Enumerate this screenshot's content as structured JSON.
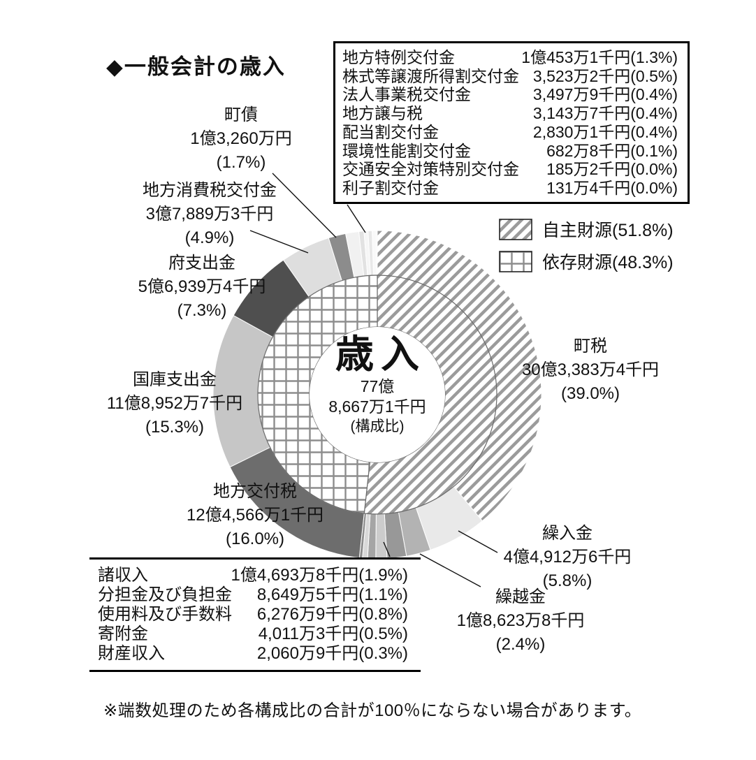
{
  "title": "◆一般会計の歳入",
  "center": {
    "title": "歳入",
    "line1": "77億",
    "line2": "8,667万1千円",
    "line3": "(構成比)"
  },
  "top_box": {
    "rows": [
      {
        "name": "地方特例交付金",
        "value": "1億453万1千円(1.3%)"
      },
      {
        "name": "株式等譲渡所得割交付金",
        "value": "3,523万2千円(0.5%)"
      },
      {
        "name": "法人事業税交付金",
        "value": "3,497万9千円(0.4%)"
      },
      {
        "name": "地方譲与税",
        "value": "3,143万7千円(0.4%)"
      },
      {
        "name": "配当割交付金",
        "value": "2,830万1千円(0.4%)"
      },
      {
        "name": "環境性能割交付金",
        "value": "682万8千円(0.1%)"
      },
      {
        "name": "交通安全対策特別交付金",
        "value": "185万2千円(0.0%)"
      },
      {
        "name": "利子割交付金",
        "value": "131万4千円(0.0%)"
      }
    ]
  },
  "bottom_box": {
    "rows": [
      {
        "name": "諸収入",
        "value": "1億4,693万8千円(1.9%)"
      },
      {
        "name": "分担金及び負担金",
        "value": "8,649万5千円(1.1%)"
      },
      {
        "name": "使用料及び手数料",
        "value": "6,276万9千円(0.8%)"
      },
      {
        "name": "寄附金",
        "value": "4,011万3千円(0.5%)"
      },
      {
        "name": "財産収入",
        "value": "2,060万9千円(0.3%)"
      }
    ]
  },
  "legend": {
    "items": [
      {
        "label": "自主財源(51.8%)",
        "pattern": "hatch"
      },
      {
        "label": "依存財源(48.3%)",
        "pattern": "grid"
      }
    ]
  },
  "callouts": [
    {
      "name": "町債",
      "value": "1億3,260万円",
      "pct": "(1.7%)"
    },
    {
      "name": "地方消費税交付金",
      "value": "3億7,889万3千円",
      "pct": "(4.9%)"
    },
    {
      "name": "府支出金",
      "value": "5億6,939万4千円",
      "pct": "(7.3%)"
    },
    {
      "name": "国庫支出金",
      "value": "11億8,952万7千円",
      "pct": "(15.3%)"
    },
    {
      "name": "地方交付税",
      "value": "12億4,566万1千円",
      "pct": "(16.0%)"
    },
    {
      "name": "町税",
      "value": "30億3,383万4千円",
      "pct": "(39.0%)"
    },
    {
      "name": "繰入金",
      "value": "4億4,912万6千円",
      "pct": "(5.8%)"
    },
    {
      "name": "繰越金",
      "value": "1億8,623万8千円",
      "pct": "(2.4%)"
    }
  ],
  "footnote": "※端数処理のため各構成比の合計が100％にならない場合があります。",
  "chart_data": {
    "type": "pie",
    "title": "一般会計の歳入",
    "center_total": "77億8,667万1千円",
    "start_angle_deg": 0,
    "direction": "clockwise",
    "segments": [
      {
        "name": "町税",
        "value": "30億3,383万4千円",
        "pct": 39.0,
        "fill": "hatch",
        "group": "自主財源"
      },
      {
        "name": "繰入金",
        "value": "4億4,912万6千円",
        "pct": 5.8,
        "fill": "#e9e9e9",
        "group": "自主財源"
      },
      {
        "name": "繰越金",
        "value": "1億8,623万8千円",
        "pct": 2.4,
        "fill": "#b3b3b3",
        "group": "自主財源"
      },
      {
        "name": "諸収入",
        "value": "1億4,693万8千円",
        "pct": 1.9,
        "fill": "#989898",
        "group": "自主財源"
      },
      {
        "name": "分担金及び負担金",
        "value": "8,649万5千円",
        "pct": 1.1,
        "fill": "#cccccc",
        "group": "自主財源"
      },
      {
        "name": "使用料及び手数料",
        "value": "6,276万9千円",
        "pct": 0.8,
        "fill": "#a5a5a5",
        "group": "自主財源"
      },
      {
        "name": "寄附金",
        "value": "4,011万3千円",
        "pct": 0.5,
        "fill": "#d8d8d8",
        "group": "自主財源"
      },
      {
        "name": "財産収入",
        "value": "2,060万9千円",
        "pct": 0.3,
        "fill": "#8e8e8e",
        "group": "自主財源"
      },
      {
        "name": "地方交付税",
        "value": "12億4,566万1千円",
        "pct": 16.0,
        "fill": "#6d6d6d",
        "group": "依存財源"
      },
      {
        "name": "国庫支出金",
        "value": "11億8,952万7千円",
        "pct": 15.3,
        "fill": "#c6c6c6",
        "group": "依存財源"
      },
      {
        "name": "府支出金",
        "value": "5億6,939万4千円",
        "pct": 7.3,
        "fill": "#4f4f4f",
        "group": "依存財源"
      },
      {
        "name": "地方消費税交付金",
        "value": "3億7,889万3千円",
        "pct": 4.9,
        "fill": "#dedede",
        "group": "依存財源"
      },
      {
        "name": "町債",
        "value": "1億3,260万円",
        "pct": 1.7,
        "fill": "#8c8c8c",
        "group": "依存財源"
      },
      {
        "name": "地方特例交付金",
        "value": "1億453万1千円",
        "pct": 1.3,
        "fill": "#f1f1f1",
        "group": "依存財源"
      },
      {
        "name": "株式等譲渡所得割交付金",
        "value": "3,523万2千円",
        "pct": 0.5,
        "fill": "#e2e2e2",
        "group": "依存財源"
      },
      {
        "name": "法人事業税交付金",
        "value": "3,497万9千円",
        "pct": 0.4,
        "fill": "#f6f6f6",
        "group": "依存財源"
      },
      {
        "name": "地方譲与税",
        "value": "3,143万7千円",
        "pct": 0.4,
        "fill": "#e8e8e8",
        "group": "依存財源"
      },
      {
        "name": "配当割交付金",
        "value": "2,830万1千円",
        "pct": 0.4,
        "fill": "#f9f9f9",
        "group": "依存財源"
      },
      {
        "name": "環境性能割交付金",
        "value": "682万8千円",
        "pct": 0.1,
        "fill": "#ececec",
        "group": "依存財源"
      },
      {
        "name": "交通安全対策特別交付金",
        "value": "185万2千円",
        "pct": 0.0,
        "fill": "#fafafa",
        "group": "依存財源"
      },
      {
        "name": "利子割交付金",
        "value": "131万4千円",
        "pct": 0.0,
        "fill": "#f0f0f0",
        "group": "依存財源"
      }
    ],
    "inner_groups": [
      {
        "name": "自主財源",
        "pct": 51.8,
        "pattern": "hatch"
      },
      {
        "name": "依存財源",
        "pct": 48.3,
        "pattern": "grid"
      }
    ]
  }
}
